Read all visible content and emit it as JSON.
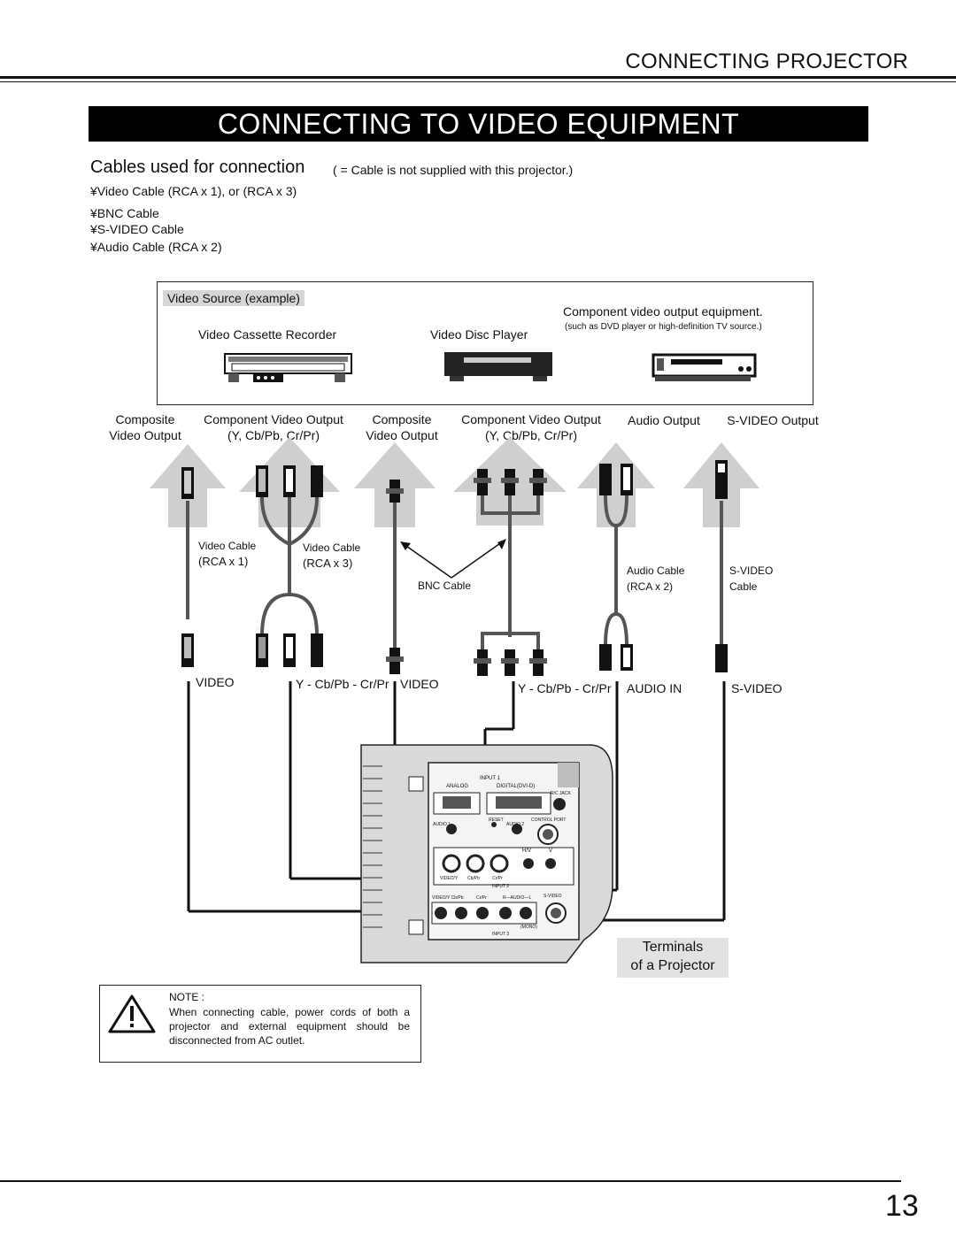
{
  "header": {
    "section": "CONNECTING PROJECTOR",
    "title": "CONNECTING TO VIDEO EQUIPMENT"
  },
  "cables": {
    "heading": "Cables used for connection",
    "note": "(   = Cable is not supplied with this projector.)",
    "items": [
      "¥Video Cable (RCA x 1), or (RCA x 3)",
      "¥BNC Cable",
      "¥S-VIDEO Cable",
      "¥Audio Cable (RCA x 2)"
    ]
  },
  "video_source": {
    "label": "Video Source (example)",
    "devices": [
      "Video Cassette Recorder",
      "Video Disc Player",
      "Component video output equipment."
    ],
    "component_note": "(such as DVD player or high-definition TV source.)"
  },
  "outputs": {
    "composite1": "Composite\nVideo Output",
    "component1": "Component Video Output\n(Y, Cb/Pb, Cr/Pr)",
    "composite2": "Composite\nVideo Output",
    "component2": "Component Video Output\n(Y, Cb/Pb, Cr/Pr)",
    "audio": "Audio Output",
    "svideo": "S-VIDEO Output"
  },
  "cable_labels": {
    "rca1_name": "Video Cable",
    "rca1_count": "(RCA x 1)",
    "rca3_name": "Video Cable",
    "rca3_count": "(RCA x 3)",
    "bnc": "BNC Cable",
    "audio_name": "Audio Cable",
    "audio_count": "(RCA x 2)",
    "svideo_name": "S-VIDEO",
    "svideo_cable": "Cable"
  },
  "terminals": {
    "video1": "VIDEO",
    "ycbcr1": "Y - Cb/Pb - Cr/Pr",
    "video2": "VIDEO",
    "ycbcr2": "Y - Cb/Pb - Cr/Pr",
    "audio_in": "AUDIO IN",
    "svideo": "S-VIDEO"
  },
  "panel": {
    "input1": "INPUT 1",
    "analog": "ANALOG",
    "digital": "DIGITAL(DVI-D)",
    "rc_jack": "R/C JACK",
    "audio1": "AUDIO 1",
    "reset": "RESET",
    "audio2": "AUDIO 2",
    "control_port": "CONTROL PORT",
    "hv": "H/V",
    "v": "V",
    "video_y": "VIDEO/Y",
    "cbpb": "Cb/Pb",
    "crpr": "Cr/Pr",
    "input2": "INPUT 2",
    "video_y_cb": "VIDEO/Y Cb/Pb",
    "crpr3": "Cr/Pr",
    "r_audio_l": "R—AUDIO—L",
    "s_video": "S-VIDEO",
    "mono": "(MONO)",
    "input3": "INPUT 3"
  },
  "projector_caption": [
    "Terminals",
    "of a Projector"
  ],
  "note": {
    "title": "NOTE   :",
    "text": "When connecting cable, power cords of both a projector and external equipment should be disconnected from AC outlet."
  },
  "page_number": "13"
}
